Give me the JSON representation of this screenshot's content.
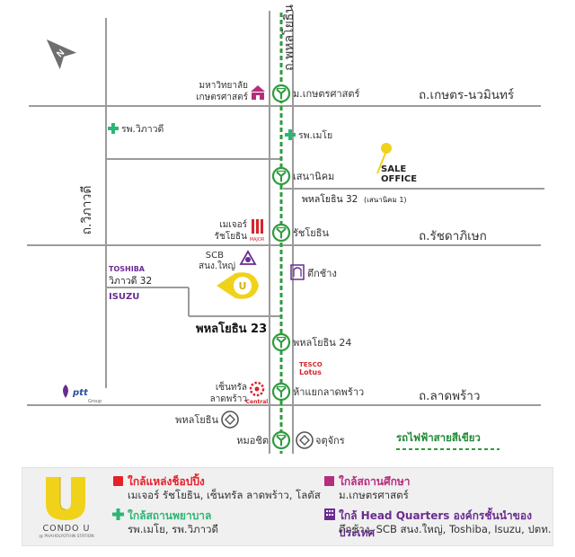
{
  "map": {
    "roads": {
      "phahonyothin": "ถ.พหลโยธิน",
      "kaset_nawamin": "ถ.เกษตร-นวมินทร์",
      "vibhavadi": "ถ.วิภาวดี",
      "ratchadaphisek": "ถ.รัชดาภิเษก",
      "lat_phrao": "ถ.ลาดพร้าว",
      "phahonyothin_32": "พหลโยธิน 32",
      "phahonyothin_32_sub": "(เสนานิคม 1)",
      "vibhavadi_32": "วิภาวดี 32",
      "phahonyothin_23": "พหลโยธิน 23"
    },
    "stations": [
      "ม.เกษตรศาสตร์",
      "เสนานิคม",
      "รัชโยธิน",
      "พหลโยธิน 24",
      "ห้าแยกลาดพร้าว",
      "หมอชิต"
    ],
    "mrt_stations": {
      "phahonyothin": "พหลโยธิน",
      "chatuchak": "จตุจักร"
    },
    "landmarks": {
      "university_line1": "มหาวิทยาลัย",
      "university_line2": "เกษตรศาสตร์",
      "vibhavadi_hospital": "รพ.วิภาวดี",
      "mayo_hospital": "รพ.เมโย",
      "major_line1": "เมเจอร์",
      "major_line2": "รัชโยธิน",
      "major_logo": "MAJOR",
      "scb_line1": "SCB",
      "scb_line2": "สนง.ใหญ่",
      "tuek_chang": "ตึกช้าง",
      "toshiba": "TOSHIBA",
      "isuzu": "ISUZU",
      "ptt": "ptt",
      "ptt_sub": "Group",
      "tesco_line1": "TESCO",
      "tesco_line2": "Lotus",
      "central_line1": "เซ็นทรัล",
      "central_line2": "ลาดพร้าว",
      "central_logo": "Central",
      "sale_line1": "SALE",
      "sale_line2": "OFFICE",
      "green_line": "รถไฟฟ้าสายสีเขียว",
      "compass": "N"
    }
  },
  "legend": {
    "brand": "CONDO U",
    "brand_sub": "@ PHAHOLYOTHIN STATION",
    "brand_letter": "U",
    "shopping": {
      "title": "ใกล้แหล่งช็อปปิ้ง",
      "text": "เมเจอร์ รัชโยธิน, เซ็นทรัล ลาดพร้าว, โลตัส"
    },
    "education": {
      "title": "ใกล้สถานศึกษา",
      "text": "ม.เกษตรศาสตร์"
    },
    "hospital": {
      "title": "ใกล้สถานพยาบาล",
      "text": "รพ.เมโย, รพ.วิภาวดี"
    },
    "hq": {
      "title": "ใกล้ Head Quarters องค์กรชั้นนำของประเทศ",
      "text": "ตึกช้าง, SCB สนง.ใหญ่, Toshiba, Isuzu, ปตท."
    }
  },
  "colors": {
    "road": "#9b9b9b",
    "bts_green": "#2e9c3e",
    "accent_yellow": "#f0d21a",
    "shopping_red": "#e5202a",
    "education_pink": "#b62d7d",
    "hospital_green": "#2bb673",
    "hq_purple": "#6b2c91",
    "central_red": "#d6242a"
  }
}
